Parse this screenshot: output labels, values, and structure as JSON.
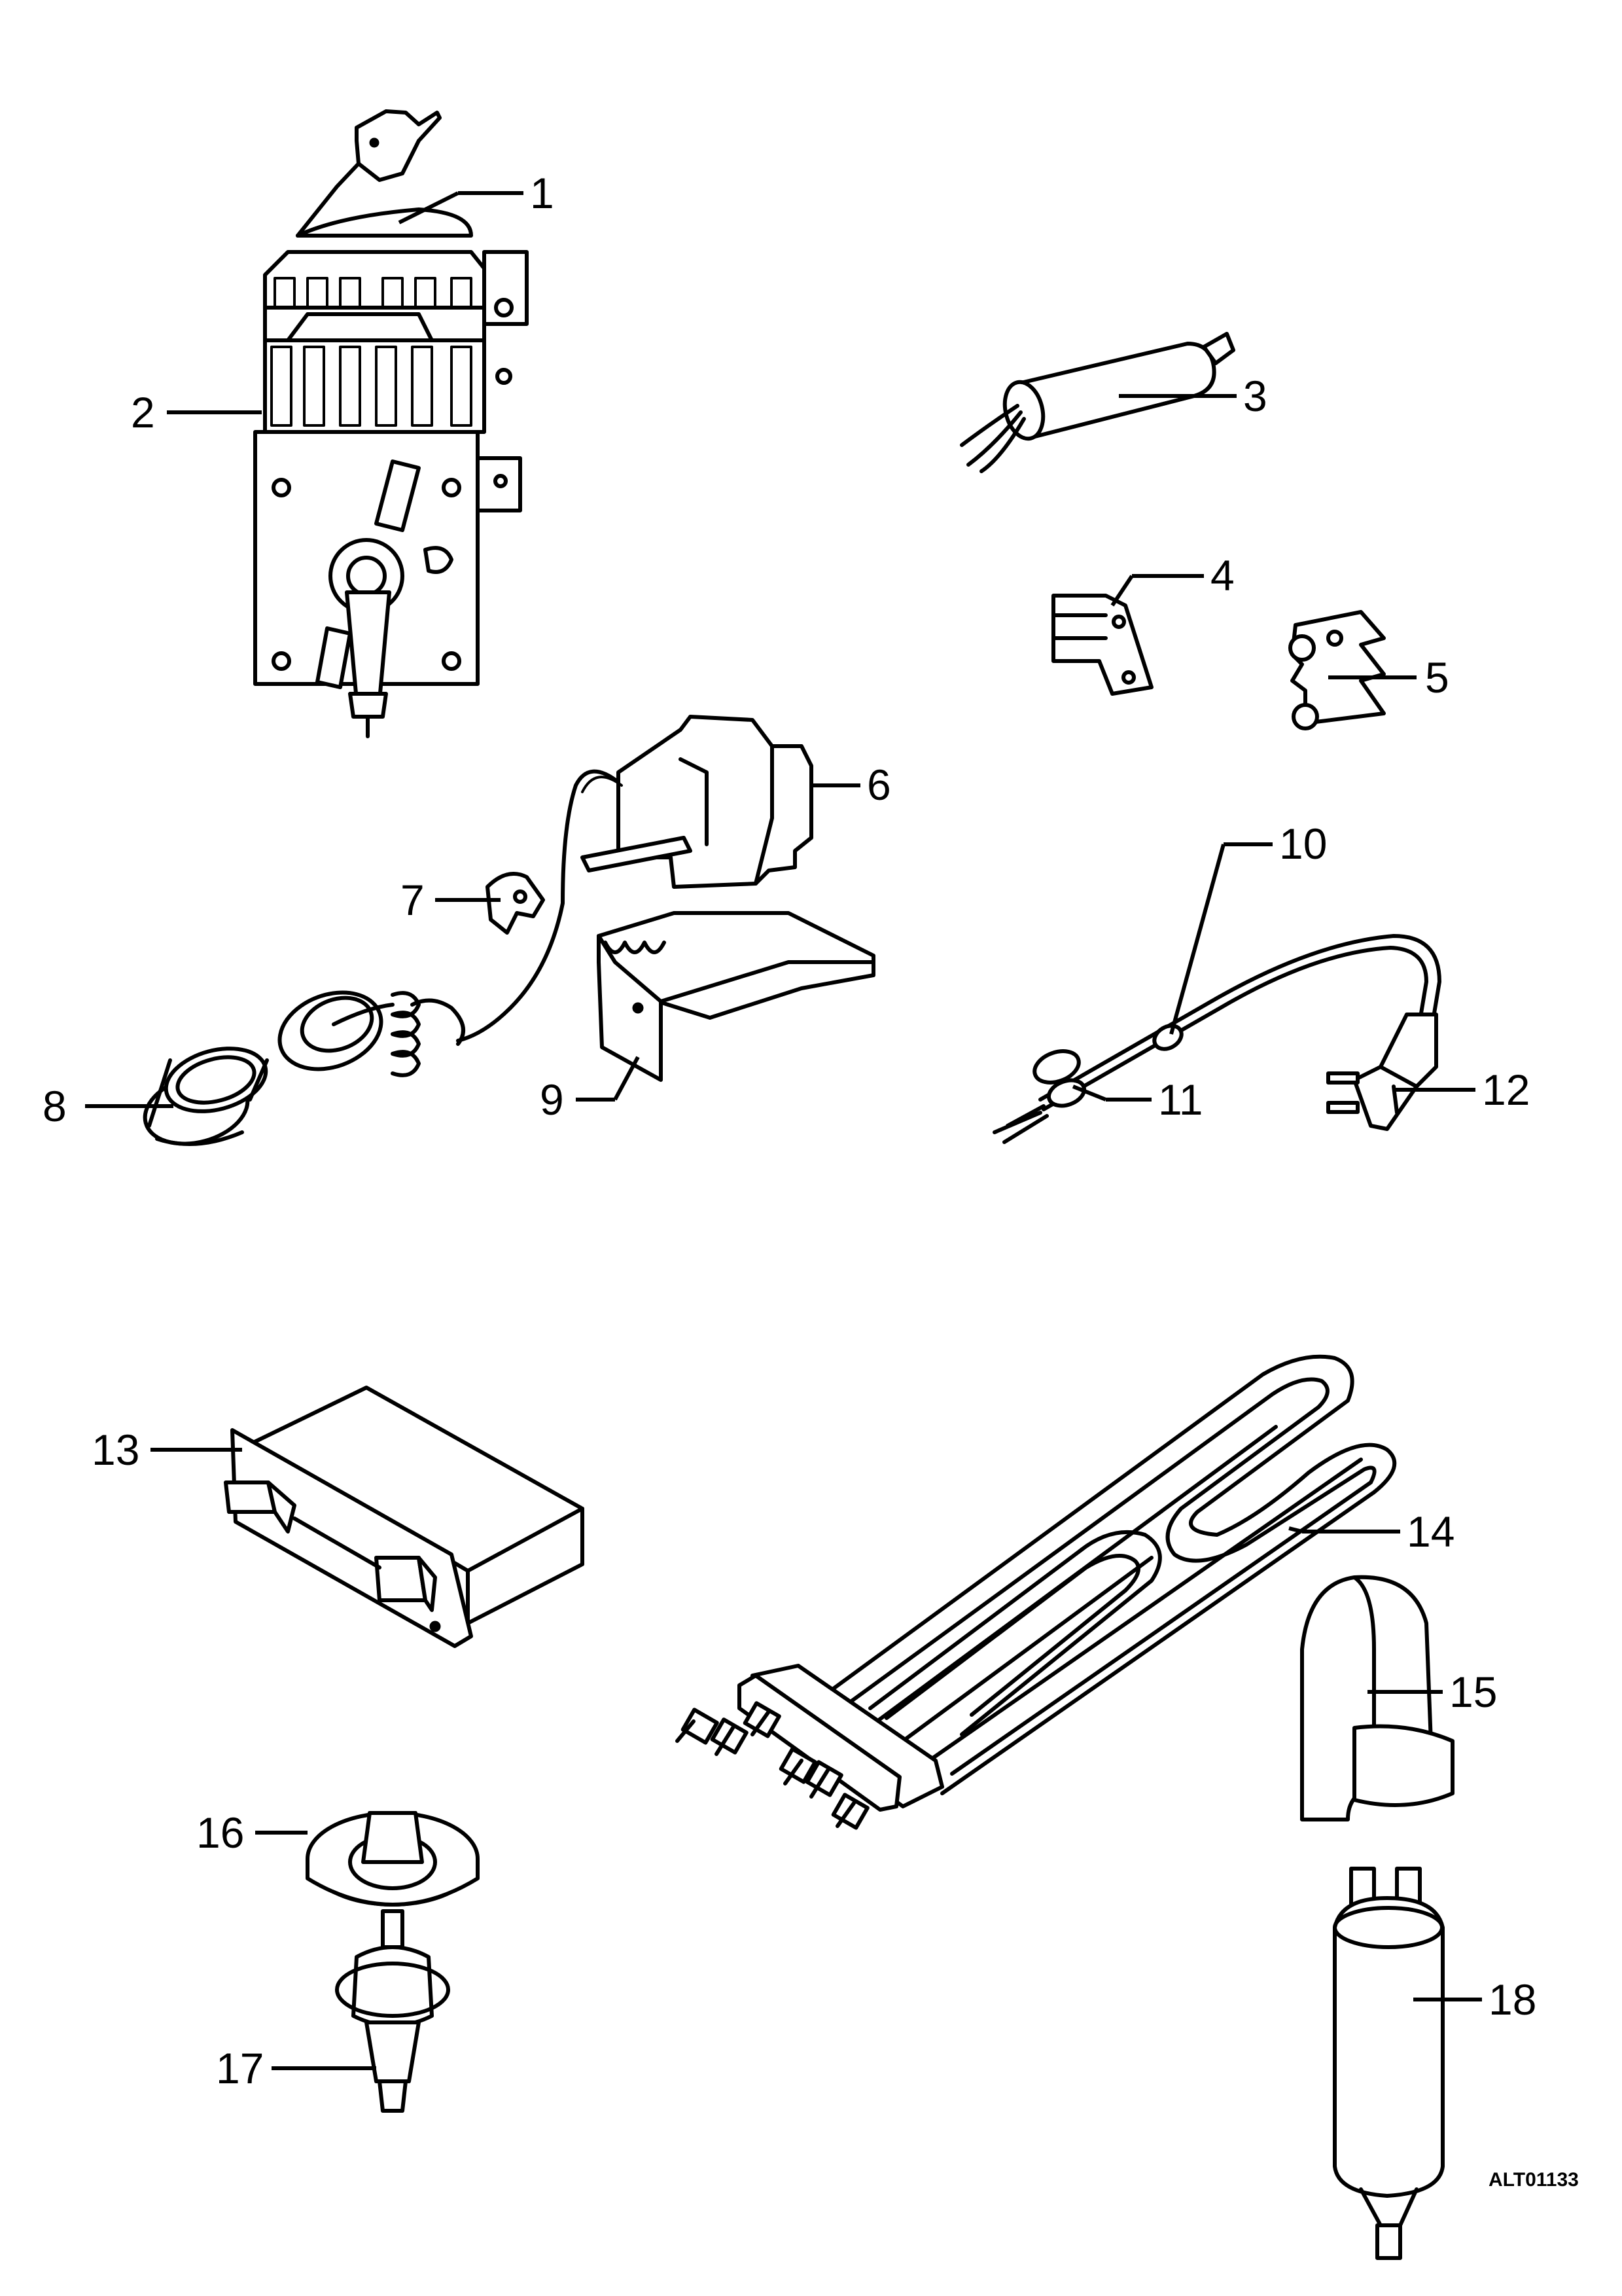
{
  "diagram": {
    "callouts": [
      {
        "id": "1",
        "label": "1"
      },
      {
        "id": "2",
        "label": "2"
      },
      {
        "id": "3",
        "label": "3"
      },
      {
        "id": "4",
        "label": "4"
      },
      {
        "id": "5",
        "label": "5"
      },
      {
        "id": "6",
        "label": "6"
      },
      {
        "id": "7",
        "label": "7"
      },
      {
        "id": "8",
        "label": "8"
      },
      {
        "id": "9",
        "label": "9"
      },
      {
        "id": "10",
        "label": "10"
      },
      {
        "id": "11",
        "label": "11"
      },
      {
        "id": "12",
        "label": "12"
      },
      {
        "id": "13",
        "label": "13"
      },
      {
        "id": "14",
        "label": "14"
      },
      {
        "id": "15",
        "label": "15"
      },
      {
        "id": "16",
        "label": "16"
      },
      {
        "id": "17",
        "label": "17"
      },
      {
        "id": "18",
        "label": "18"
      }
    ],
    "reference_code": "ALT01133"
  }
}
